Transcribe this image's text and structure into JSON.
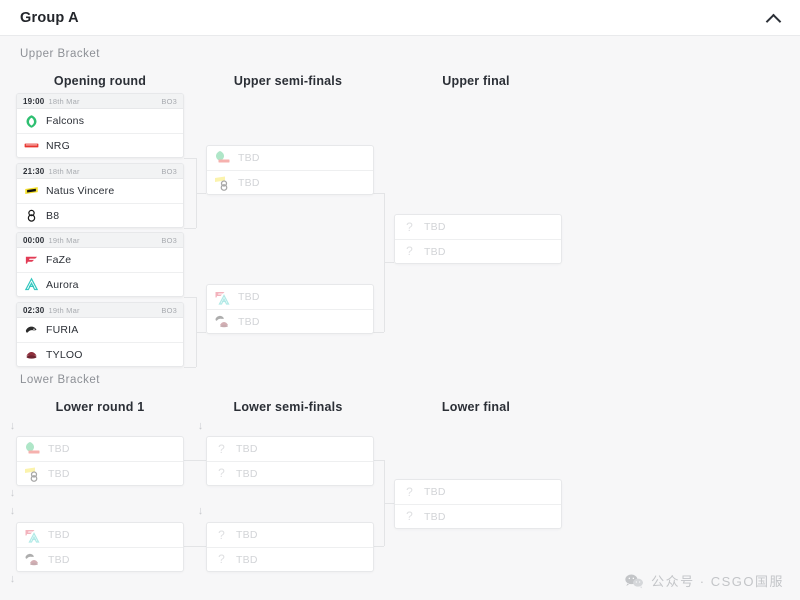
{
  "header": {
    "title": "Group A",
    "collapse_icon": "chevron-up-icon"
  },
  "brackets": {
    "upper_label": "Upper Bracket",
    "lower_label": "Lower Bracket"
  },
  "rounds": {
    "opening": "Opening round",
    "upper_semis": "Upper semi-finals",
    "upper_final": "Upper final",
    "lower_round_1": "Lower round 1",
    "lower_semis": "Lower semi-finals",
    "lower_final": "Lower final"
  },
  "placeholder": "TBD",
  "upper_bracket": {
    "opening_round": [
      {
        "time": "19:00",
        "date": "18th Mar",
        "format": "BO3",
        "teams": [
          {
            "name": "Falcons",
            "logo": "falcons-logo"
          },
          {
            "name": "NRG",
            "logo": "nrg-logo"
          }
        ]
      },
      {
        "time": "21:30",
        "date": "18th Mar",
        "format": "BO3",
        "teams": [
          {
            "name": "Natus Vincere",
            "logo": "navi-logo"
          },
          {
            "name": "B8",
            "logo": "b8-logo"
          }
        ]
      },
      {
        "time": "00:00",
        "date": "19th Mar",
        "format": "BO3",
        "teams": [
          {
            "name": "FaZe",
            "logo": "faze-logo"
          },
          {
            "name": "Aurora",
            "logo": "aurora-logo"
          }
        ]
      },
      {
        "time": "02:30",
        "date": "19th Mar",
        "format": "BO3",
        "teams": [
          {
            "name": "FURIA",
            "logo": "furia-logo"
          },
          {
            "name": "TYLOO",
            "logo": "tyloo-logo"
          }
        ]
      }
    ],
    "semi_finals": [
      {
        "teams": [
          {
            "name": "TBD",
            "logos": [
              "falcons-logo",
              "nrg-logo"
            ]
          },
          {
            "name": "TBD",
            "logos": [
              "navi-logo",
              "b8-logo"
            ]
          }
        ]
      },
      {
        "teams": [
          {
            "name": "TBD",
            "logos": [
              "faze-logo",
              "aurora-logo"
            ]
          },
          {
            "name": "TBD",
            "logos": [
              "furia-logo",
              "tyloo-logo"
            ]
          }
        ]
      }
    ],
    "final": {
      "teams": [
        {
          "name": "TBD",
          "logo": "question-icon"
        },
        {
          "name": "TBD",
          "logo": "question-icon"
        }
      ]
    }
  },
  "lower_bracket": {
    "round_1": [
      {
        "teams": [
          {
            "name": "TBD",
            "logos": [
              "falcons-logo",
              "nrg-logo"
            ]
          },
          {
            "name": "TBD",
            "logos": [
              "navi-logo",
              "b8-logo"
            ]
          }
        ]
      },
      {
        "teams": [
          {
            "name": "TBD",
            "logos": [
              "faze-logo",
              "aurora-logo"
            ]
          },
          {
            "name": "TBD",
            "logos": [
              "furia-logo",
              "tyloo-logo"
            ]
          }
        ]
      }
    ],
    "semi_finals": [
      {
        "teams": [
          {
            "name": "TBD",
            "logo": "question-icon"
          },
          {
            "name": "TBD",
            "logo": "question-icon"
          }
        ]
      },
      {
        "teams": [
          {
            "name": "TBD",
            "logo": "question-icon"
          },
          {
            "name": "TBD",
            "logo": "question-icon"
          }
        ]
      }
    ],
    "final": {
      "teams": [
        {
          "name": "TBD",
          "logo": "question-icon"
        },
        {
          "name": "TBD",
          "logo": "question-icon"
        }
      ]
    }
  },
  "drop_arrow": "↓",
  "watermark": {
    "icon": "wechat-icon",
    "text": "公众号 · CSGO国服"
  },
  "colors": {
    "page_bg": "#f7f7f8",
    "card_bg": "#ffffff",
    "border": "#e7e8ea",
    "text": "#2b2f36",
    "muted": "#8d9096",
    "placeholder": "#d2d4d7",
    "falcons": "#2fbf71",
    "nrg": "#e8352e",
    "navi": "#f5e02a",
    "b8": "#1a1a1a",
    "faze": "#e23b55",
    "aurora": "#35c8c0",
    "furia": "#2b2b2b",
    "tyloo": "#8e2f3c"
  }
}
